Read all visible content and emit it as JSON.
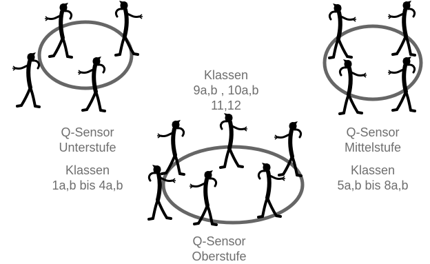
{
  "groups": [
    {
      "sensor_line1": "Q-Sensor",
      "sensor_line2": "Unterstufe",
      "classes_line1": "Klassen",
      "classes_line2": "1a,b bis 4a,b"
    },
    {
      "sensor_line1": "Q-Sensor",
      "sensor_line2": "Mittelstufe",
      "classes_line1": "Klassen",
      "classes_line2": "5a,b bis 8a,b"
    },
    {
      "sensor_line1": "Q-Sensor",
      "sensor_line2": "Oberstufe",
      "classes_line1": "Klassen",
      "classes_line2": "9a,b , 10a,b",
      "classes_line3": "11,12"
    }
  ],
  "colors": {
    "ring": "#666666",
    "figure": "#000000",
    "text": "#6e6e6e"
  },
  "icons": {
    "figure": "dancing-person-icon",
    "ring": "circle-ring"
  }
}
